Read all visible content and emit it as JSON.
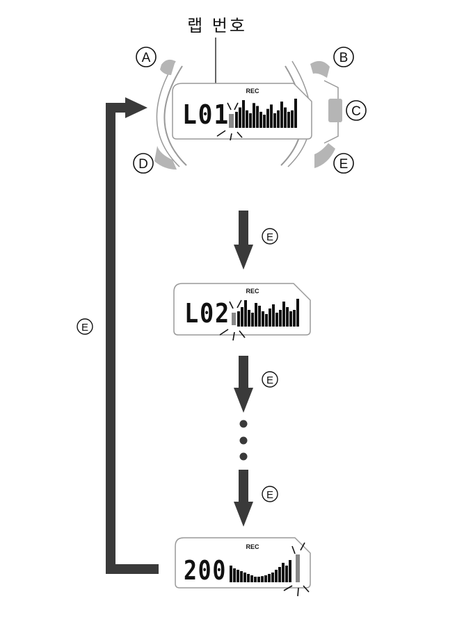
{
  "title_label": "랩 번호",
  "buttons": {
    "a": "A",
    "b": "B",
    "c": "C",
    "d": "D",
    "e": "E"
  },
  "screens": [
    {
      "mode": "REC",
      "lap": "L01"
    },
    {
      "mode": "REC",
      "lap": "L02"
    },
    {
      "mode": "REC",
      "lap": "200"
    }
  ],
  "arrow_labels": {
    "step1": "E",
    "step2": "E",
    "step3": "E",
    "loop": "E"
  },
  "colors": {
    "arrow": "#3a3a3a",
    "button": "#b5b5b5",
    "case": "#999999"
  }
}
